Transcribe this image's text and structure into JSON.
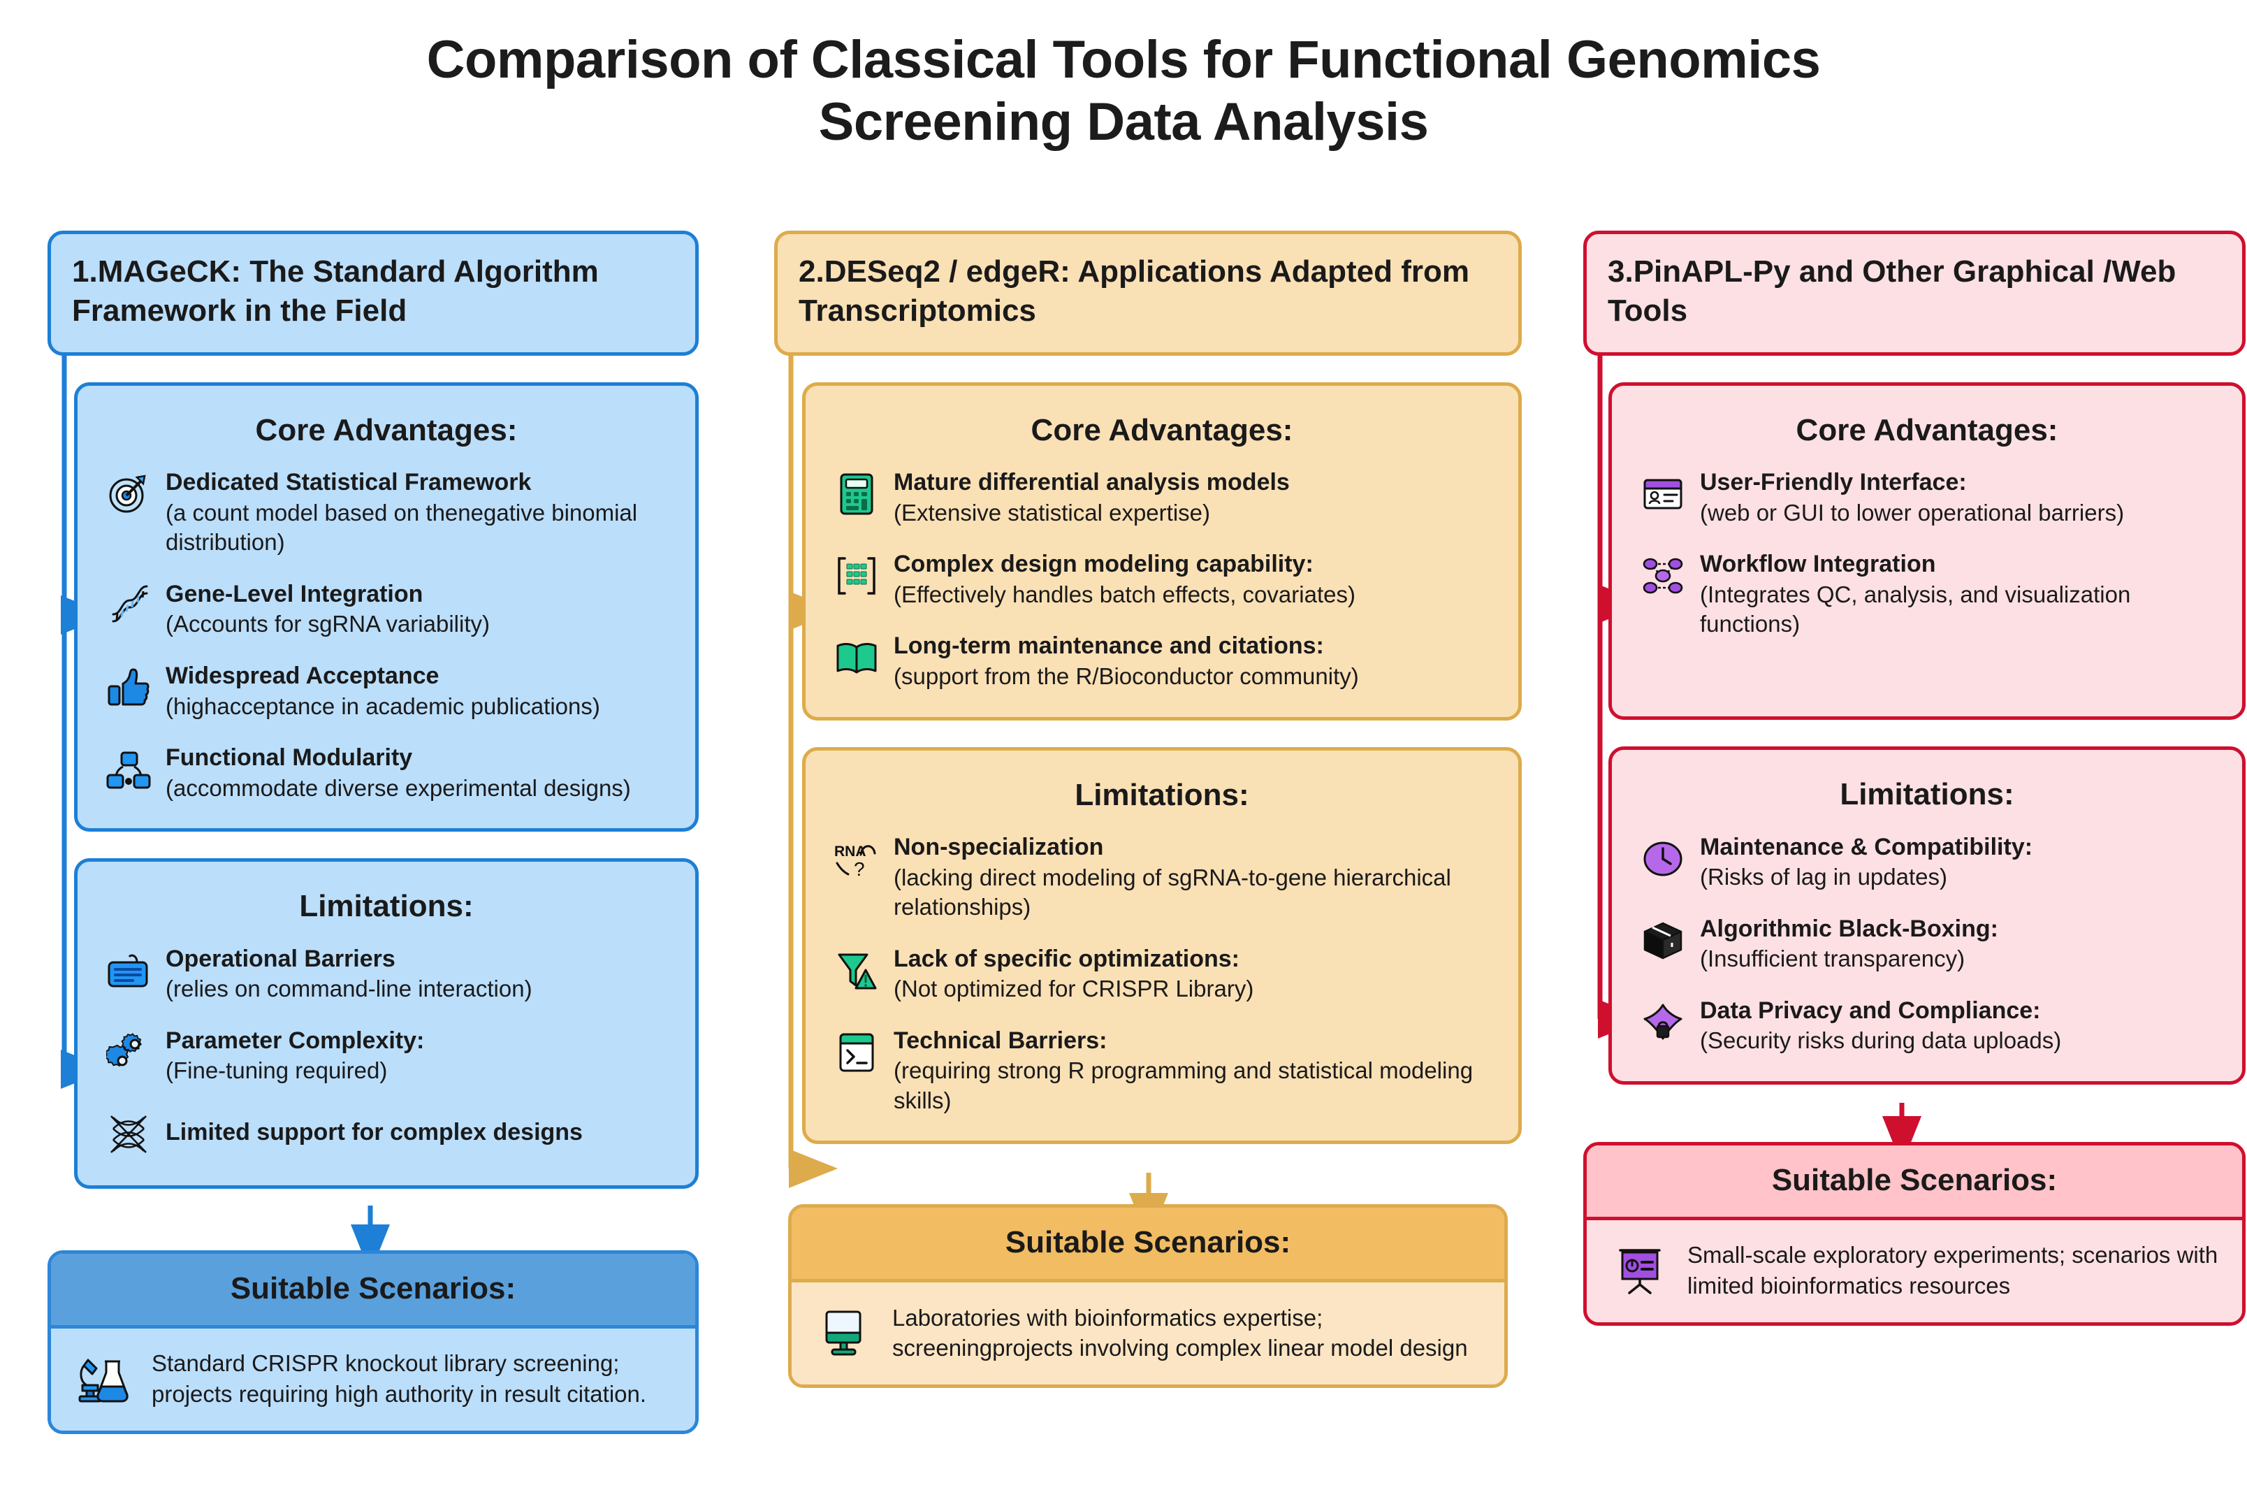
{
  "title": {
    "line1": "Comparison of Classical Tools for Functional Genomics",
    "line2": "Screening Data Analysis"
  },
  "theme": {
    "col1_accent": "#1d7fd6",
    "col1_fill": "#bbdefb",
    "col1_scn_head": "#5aa0dd",
    "col2_accent": "#ddab4c",
    "col2_fill": "#fae0b5",
    "col2_scn_head": "#f2bc63",
    "col3_accent": "#cf0f2e",
    "col3_fill": "#fde0e4",
    "col3_scn_head": "#ffc3c9"
  },
  "labels": {
    "core_advantages": "Core Advantages:",
    "limitations": "Limitations:",
    "suitable_scenarios": "Suitable Scenarios:"
  },
  "columns": [
    {
      "id": "mageck",
      "header": "1.MAGeCK: The Standard Algorithm Framework in the Field",
      "advantages_title": "Core Advantages:",
      "advantages": [
        {
          "icon": "target-icon",
          "head": "Dedicated Statistical Framework",
          "sub": "(a count model based on thenegative binomial distribution)"
        },
        {
          "icon": "dna-icon",
          "head": "Gene-Level Integration",
          "sub": "(Accounts for sgRNA variability)"
        },
        {
          "icon": "thumbs-up-icon",
          "head": "Widespread Acceptance",
          "sub": "(highacceptance in academic publications)"
        },
        {
          "icon": "modules-icon",
          "head": "Functional Modularity",
          "sub": "(accommodate diverse experimental designs)"
        }
      ],
      "limitations_title": "Limitations:",
      "limitations": [
        {
          "icon": "keyboard-icon",
          "head": "Operational Barriers",
          "sub": "(relies on command-line interaction)"
        },
        {
          "icon": "gears-icon",
          "head": "Parameter Complexity:",
          "sub": "(Fine-tuning required)"
        },
        {
          "icon": "crossed-mesh-icon",
          "head": "Limited support for complex designs",
          "sub": ""
        }
      ],
      "scenarios_title": "Suitable Scenarios:",
      "scenarios_icon": "microscope-flask-icon",
      "scenarios_text": "Standard CRISPR knockout library screening; projects requiring high authority in result citation."
    },
    {
      "id": "deseq2-edger",
      "header": "2.DESeq2 / edgeR: Applications Adapted from Transcriptomics",
      "advantages_title": "Core Advantages:",
      "advantages": [
        {
          "icon": "calculator-icon",
          "head": "Mature differential analysis models",
          "sub": "(Extensive statistical expertise)"
        },
        {
          "icon": "matrix-icon",
          "head": "Complex design modeling capability:",
          "sub": "(Effectively handles batch effects, covariates)"
        },
        {
          "icon": "open-book-icon",
          "head": "Long-term maintenance and citations:",
          "sub": "(support from the R/Bioconductor community)"
        }
      ],
      "limitations_title": "Limitations:",
      "limitations": [
        {
          "icon": "rna-question-icon",
          "head": "Non-specialization",
          "sub": "(lacking direct modeling of sgRNA-to-gene hierarchical relationships)"
        },
        {
          "icon": "funnel-warning-icon",
          "head": "Lack of specific optimizations:",
          "sub": "(Not optimized for CRISPR Library)"
        },
        {
          "icon": "terminal-icon",
          "head": "Technical Barriers:",
          "sub": "(requiring strong R programming and statistical modeling skills)"
        }
      ],
      "scenarios_title": "Suitable Scenarios:",
      "scenarios_icon": "monitor-icon",
      "scenarios_text": "Laboratories with bioinformatics expertise; screeningprojects involving complex linear model design"
    },
    {
      "id": "pinapl-py",
      "header": "3.PinAPL-Py and Other Graphical /Web Tools",
      "advantages_title": "Core Advantages:",
      "advantages": [
        {
          "icon": "id-card-icon",
          "head": "User-Friendly Interface:",
          "sub": "(web or GUI to lower operational barriers)"
        },
        {
          "icon": "network-nodes-icon",
          "head": "Workflow Integration",
          "sub": "(Integrates QC, analysis, and visualization functions)"
        }
      ],
      "limitations_title": "Limitations:",
      "limitations": [
        {
          "icon": "clock-icon",
          "head": "Maintenance & Compatibility:",
          "sub": "(Risks of lag in updates)"
        },
        {
          "icon": "black-box-icon",
          "head": "Algorithmic Black-Boxing:",
          "sub": "(Insufficient transparency)"
        },
        {
          "icon": "shield-lock-icon",
          "head": "Data Privacy and Compliance:",
          "sub": "(Security risks during data uploads)"
        }
      ],
      "scenarios_title": "Suitable Scenarios:",
      "scenarios_icon": "presentation-chart-icon",
      "scenarios_text": "Small-scale exploratory experiments; scenarios with limited bioinformatics resources"
    }
  ]
}
